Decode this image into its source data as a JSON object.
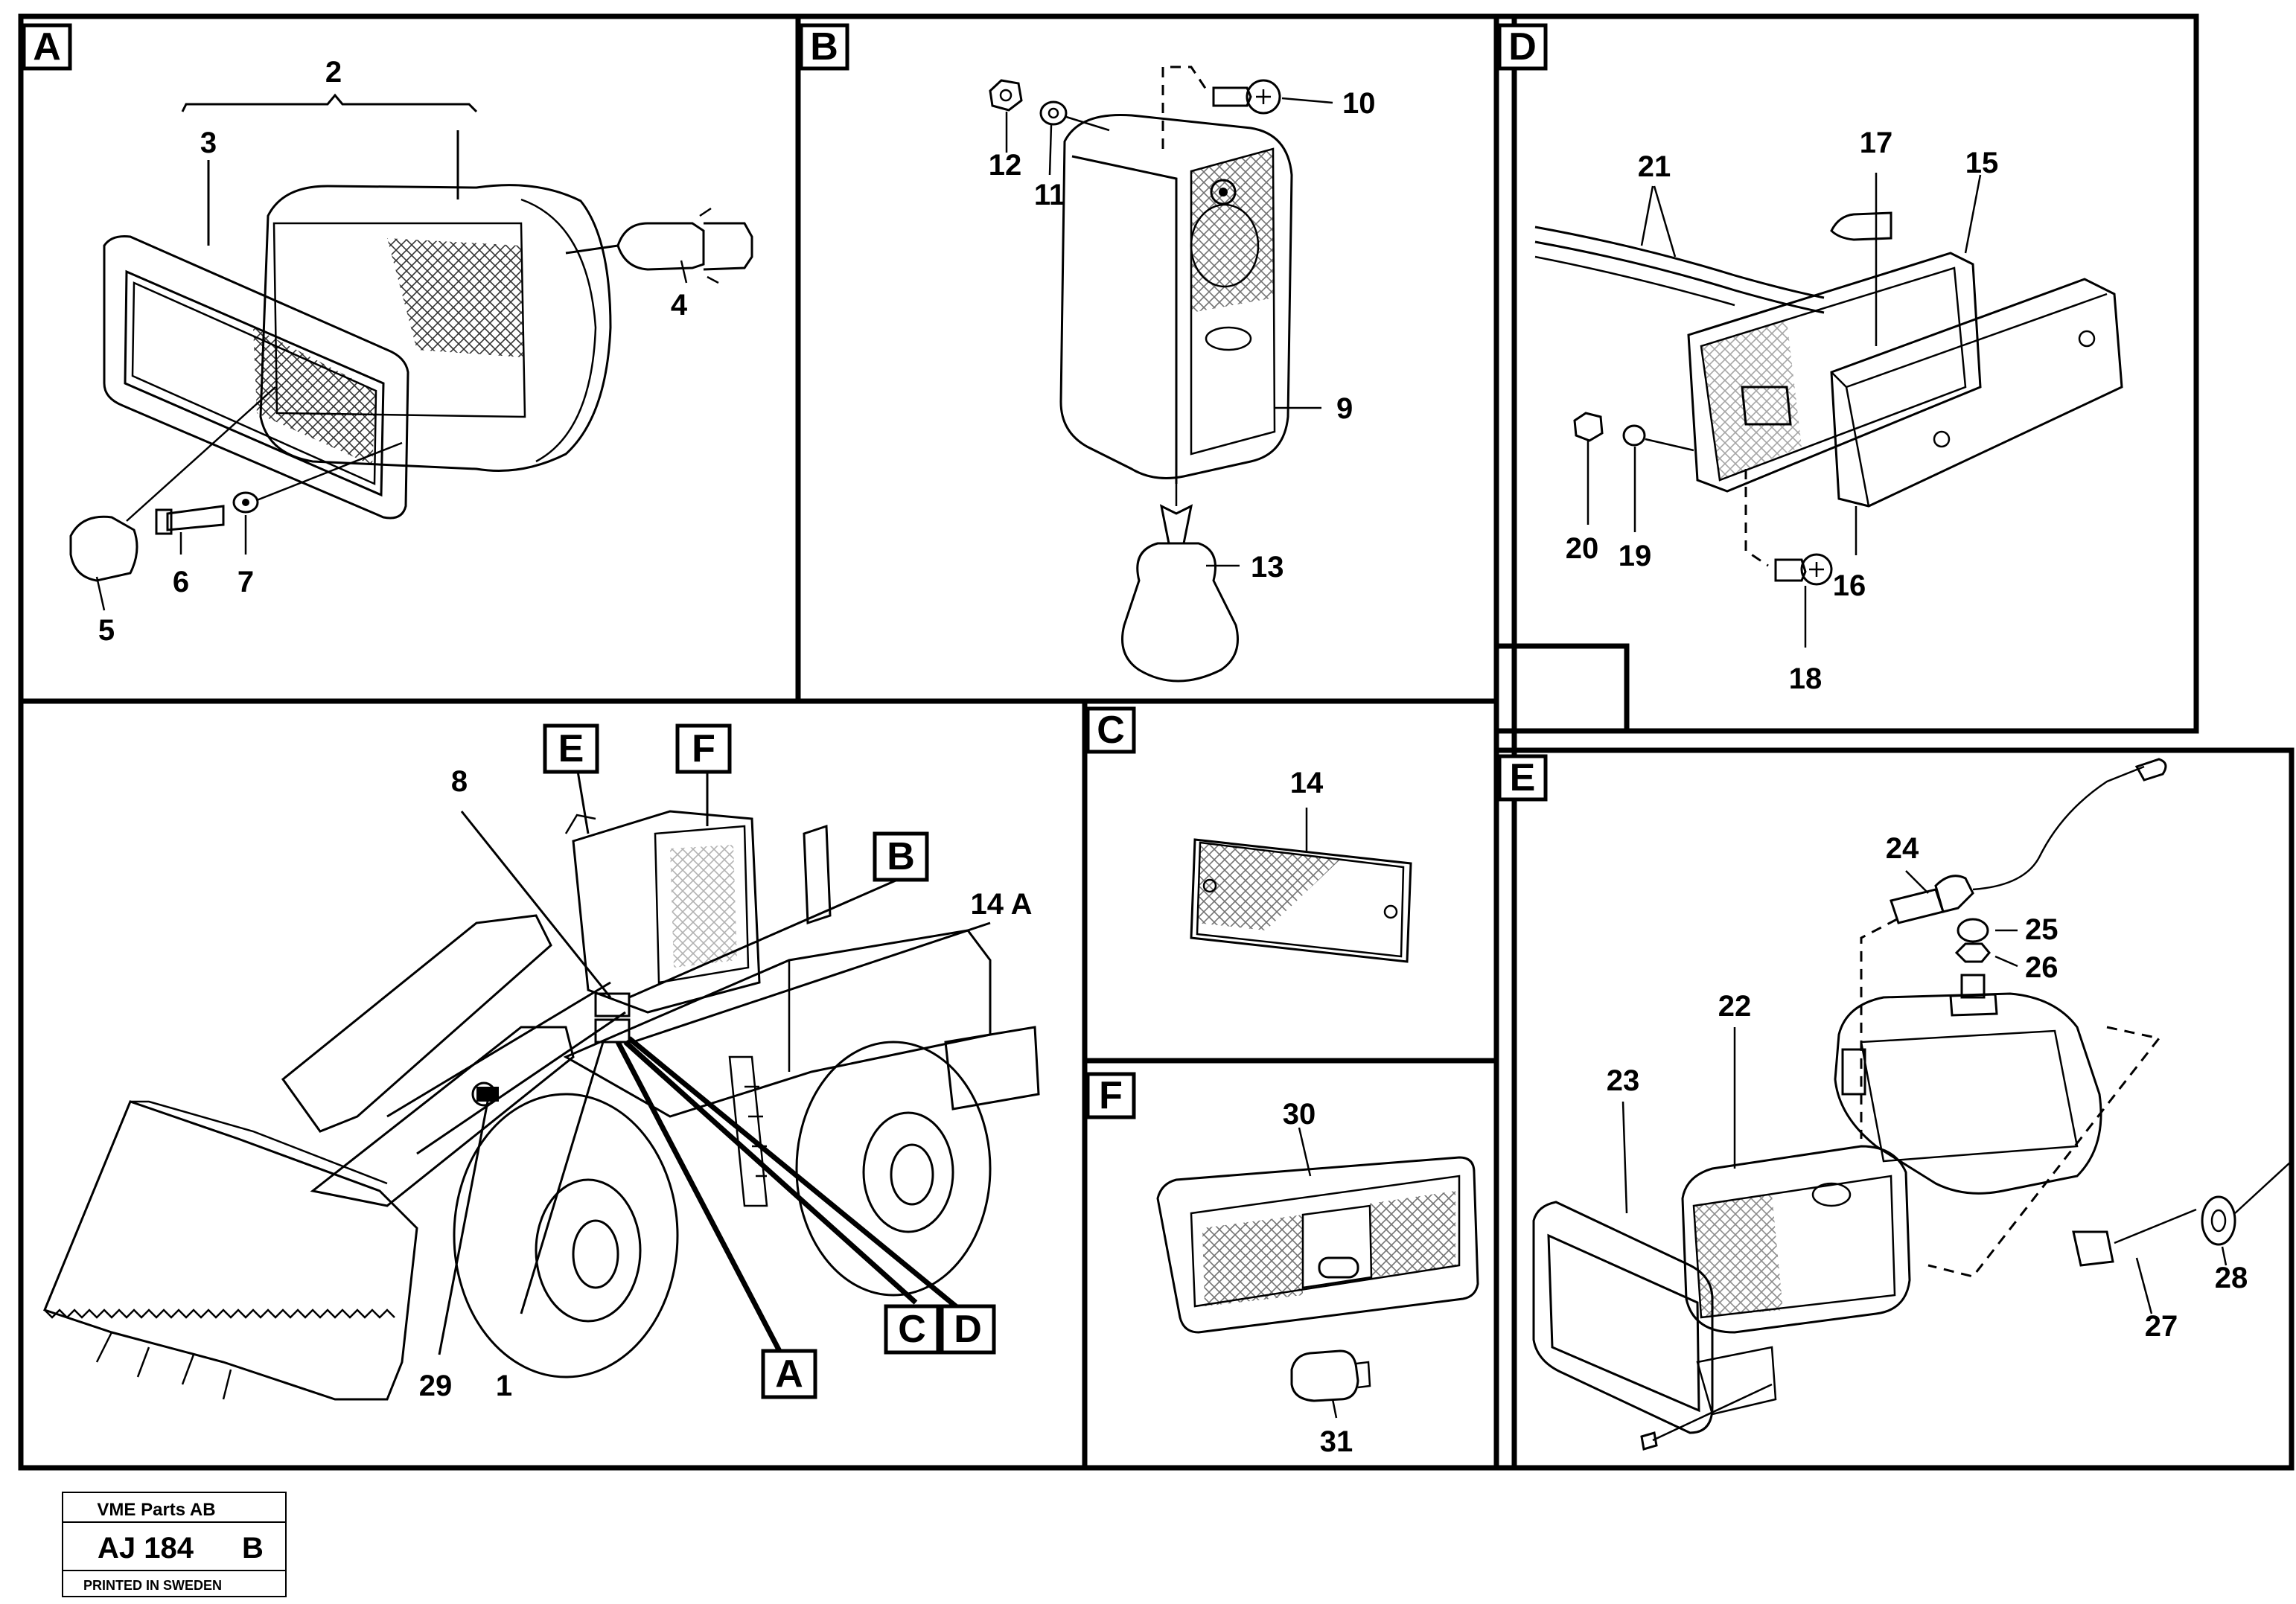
{
  "sections": {
    "A": "A",
    "B": "B",
    "C": "C",
    "D": "D",
    "E": "E",
    "F": "F"
  },
  "callouts": {
    "c1": "1",
    "c2": "2",
    "c3": "3",
    "c4": "4",
    "c5": "5",
    "c6": "6",
    "c7": "7",
    "c8": "8",
    "c9": "9",
    "c10": "10",
    "c11": "11",
    "c12": "12",
    "c13": "13",
    "c14": "14",
    "c14a": "14 A",
    "c15": "15",
    "c16": "16",
    "c17": "17",
    "c18": "18",
    "c19": "19",
    "c20": "20",
    "c21": "21",
    "c22": "22",
    "c23": "23",
    "c24": "24",
    "c25": "25",
    "c26": "26",
    "c27": "27",
    "c28": "28",
    "c29": "29",
    "c30": "30",
    "c31": "31"
  },
  "footer": {
    "company": "VME Parts AB",
    "code": "AJ 184",
    "revision": "B",
    "printed": "PRINTED IN SWEDEN"
  }
}
